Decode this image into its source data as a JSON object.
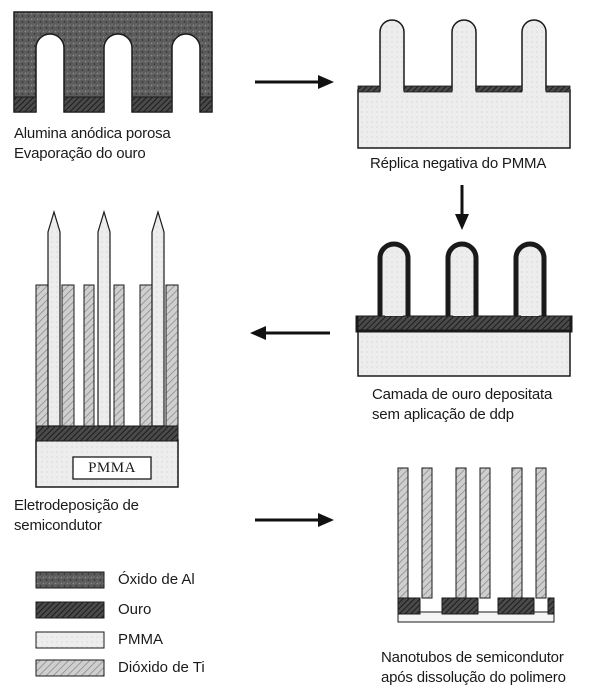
{
  "steps": {
    "step1": {
      "line1": "Alumina anódica porosa",
      "line2": "Evaporação do ouro"
    },
    "step2": {
      "line1": "Réplica negativa do PMMA"
    },
    "step3": {
      "line1": "Camada de ouro depositata",
      "line2": "sem aplicação de ddp"
    },
    "step4": {
      "line1": "Eletrodeposição de",
      "line2": "semicondutor",
      "box_label": "PMMA"
    },
    "step5": {
      "line1": "Nanotubos de semicondutor",
      "line2": "após dissolução do polimero"
    }
  },
  "legend": {
    "items": [
      {
        "label": "Óxido de Al",
        "pattern": "speckle-dark"
      },
      {
        "label": "Ouro",
        "pattern": "hatch-dark"
      },
      {
        "label": "PMMA",
        "pattern": "light-dots"
      },
      {
        "label": "Dióxido de Ti",
        "pattern": "hatch-light"
      }
    ]
  },
  "colors": {
    "alumina": "#5a5a5a",
    "gold": "#3a3a3a",
    "pmma": "#ececec",
    "tio2": "#bdbdbd",
    "outline": "#1a1a1a"
  },
  "arrows": [
    "right",
    "down",
    "left",
    "right"
  ]
}
